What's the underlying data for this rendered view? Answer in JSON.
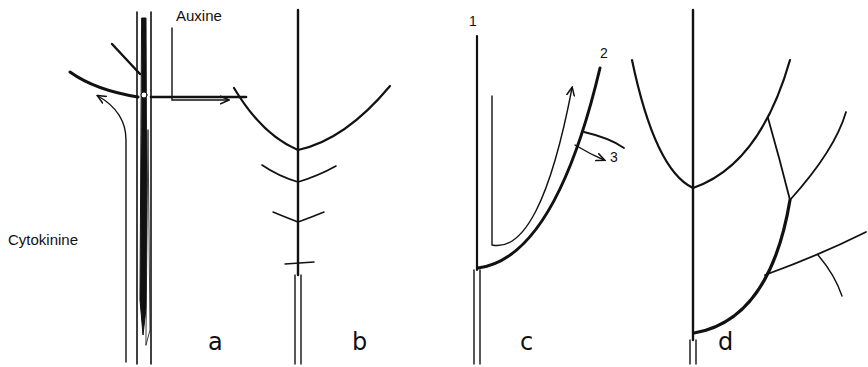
{
  "diagram": {
    "labels": [
      "Auxine",
      "Cytokinine",
      "a",
      "b",
      "c",
      "d",
      "1",
      "2",
      "3"
    ]
  }
}
